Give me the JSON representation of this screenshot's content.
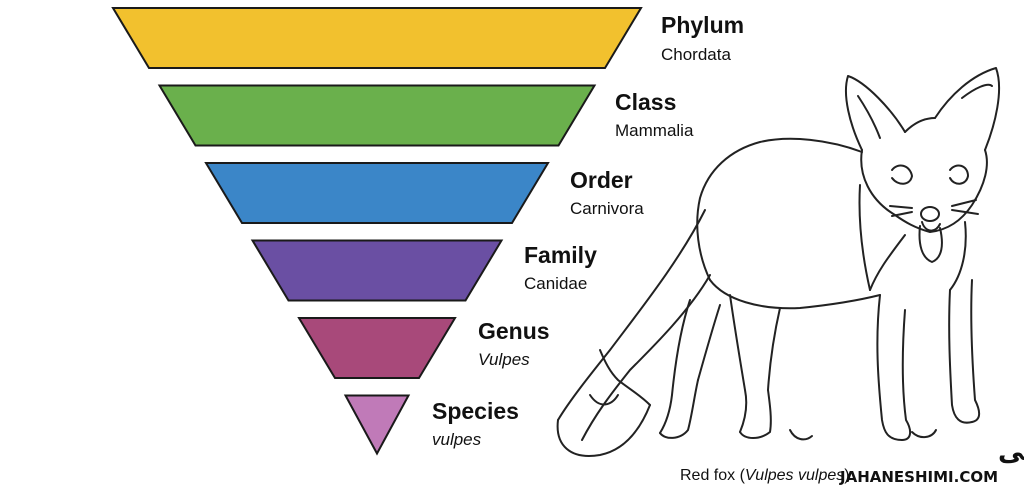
{
  "taxonomy": {
    "levels": [
      {
        "rank": "Phylum",
        "value": "Chordata",
        "italic": false,
        "color": "#f2c12e"
      },
      {
        "rank": "Class",
        "value": "Mammalia",
        "italic": false,
        "color": "#6ab04c"
      },
      {
        "rank": "Order",
        "value": "Carnivora",
        "italic": false,
        "color": "#3b86c8"
      },
      {
        "rank": "Family",
        "value": "Canidae",
        "italic": false,
        "color": "#6a4fa3"
      },
      {
        "rank": "Genus",
        "value": "Vulpes",
        "italic": true,
        "color": "#a8497a"
      },
      {
        "rank": "Species",
        "value": "vulpes",
        "italic": true,
        "color": "#c07ab8"
      }
    ]
  },
  "caption": {
    "prefix": "Red fox (",
    "scientific": "Vulpes vulpes",
    "suffix": ")"
  },
  "watermark": {
    "arabic": "جهان شیمی",
    "latin": "JAHANESHIMI.COM",
    "colors": {
      "dark": "#111111",
      "accent": "#f39c12"
    }
  }
}
